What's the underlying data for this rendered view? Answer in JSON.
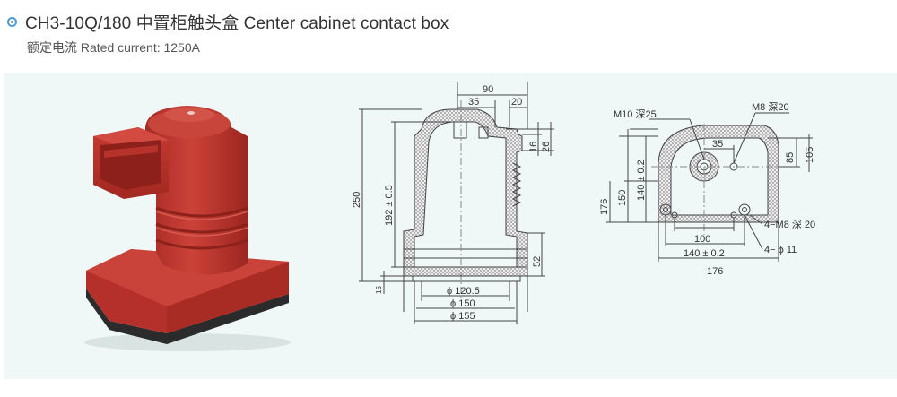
{
  "header": {
    "title": "CH3-10Q/180 中置柜触头盒 Center cabinet contact box",
    "subtitle": "额定电流 Rated current:  1250A"
  },
  "side_view": {
    "dims": {
      "d90": "90",
      "d35": "35",
      "d20": "20",
      "d16": "16",
      "d26": "26",
      "d250": "250",
      "d192": "192 ± 0.5",
      "d52": "52",
      "d16b": "16",
      "phi1205": "ϕ 120.5",
      "phi150": "ϕ 150",
      "phi155": "ϕ 155"
    }
  },
  "top_view": {
    "dims": {
      "m10": "M10 深25",
      "m8": "M8 深20",
      "d35": "35",
      "d85": "85",
      "d105": "105",
      "d140v": "140 ± 0.2",
      "d150": "150",
      "d176v": "176",
      "m8b": "4−M8 深 20",
      "d100": "100",
      "phi11": "4− ϕ 11",
      "d140h": "140 ± 0.2",
      "d176h": "176"
    }
  },
  "colors": {
    "accent": "#4f9ad0",
    "panel": "#eff8f6",
    "product": "#b8322c",
    "line": "#444444"
  }
}
